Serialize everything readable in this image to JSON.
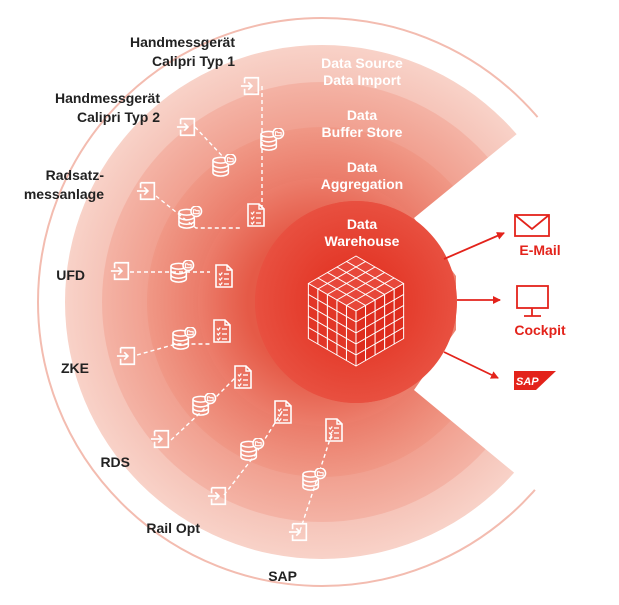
{
  "colors": {
    "brand_red": "#e3231b",
    "ring_outer": "#f6c8bd",
    "ring_2": "#f0a494",
    "ring_3": "#eb8270",
    "ring_4": "#e86653",
    "core": "#e43e2c"
  },
  "rings": {
    "data_source_line1": "Data Source",
    "data_source_line2": "Data Import",
    "buffer_line1": "Data",
    "buffer_line2": "Buffer Store",
    "aggregation_line1": "Data",
    "aggregation_line2": "Aggregation",
    "warehouse_line1": "Data",
    "warehouse_line2": "Warehouse"
  },
  "sources": {
    "calipri1_line1": "Handmessgerät",
    "calipri1_line2": "Calipri Typ 1",
    "calipri2_line1": "Handmessgerät",
    "calipri2_line2": "Calipri Typ 2",
    "radsatz_line1": "Radsatz-",
    "radsatz_line2": "messanlage",
    "ufd": "UFD",
    "zke": "ZKE",
    "rds": "RDS",
    "railopt": "Rail Opt",
    "sap": "SAP"
  },
  "outputs": {
    "email": "E-Mail",
    "cockpit": "Cockpit",
    "sap_logo_text": "SAP"
  },
  "icons": {
    "source": "import-arrow-icon",
    "buffer": "database-folder-icon",
    "aggregation": "checklist-document-icon",
    "warehouse": "cube-grid-icon",
    "email": "envelope-icon",
    "cockpit": "monitor-icon",
    "sap": "sap-logo-icon"
  }
}
